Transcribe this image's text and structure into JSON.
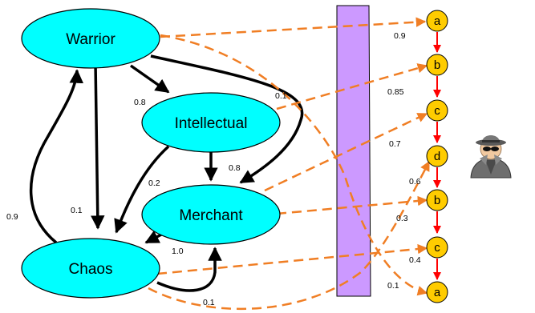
{
  "states": [
    {
      "id": "warrior",
      "label": "Warrior"
    },
    {
      "id": "intellectual",
      "label": "Intellectual"
    },
    {
      "id": "merchant",
      "label": "Merchant"
    },
    {
      "id": "chaos",
      "label": "Chaos"
    }
  ],
  "transition_labels": {
    "warrior_intellectual": "0.8",
    "warrior_merchant": "0.1",
    "warrior_chaos": "0.1",
    "intellectual_merchant": "0.8",
    "intellectual_chaos": "0.2",
    "merchant_chaos": "1.0",
    "chaos_warrior": "0.9",
    "chaos_merchant": "0.1"
  },
  "observations": [
    "a",
    "b",
    "c",
    "d",
    "b",
    "c",
    "a"
  ],
  "emission_labels": [
    "0.9",
    "0.85",
    "0.7",
    "0.6",
    "0.3",
    "0.4",
    "0.1"
  ],
  "colors": {
    "state_fill": "#00ffff",
    "observation_fill": "#ffcc00",
    "emission_arrow": "#f07e24",
    "observation_arrow": "#ff0000",
    "barrier_fill": "#cc99ff"
  },
  "observer_icon": "spy-icon"
}
